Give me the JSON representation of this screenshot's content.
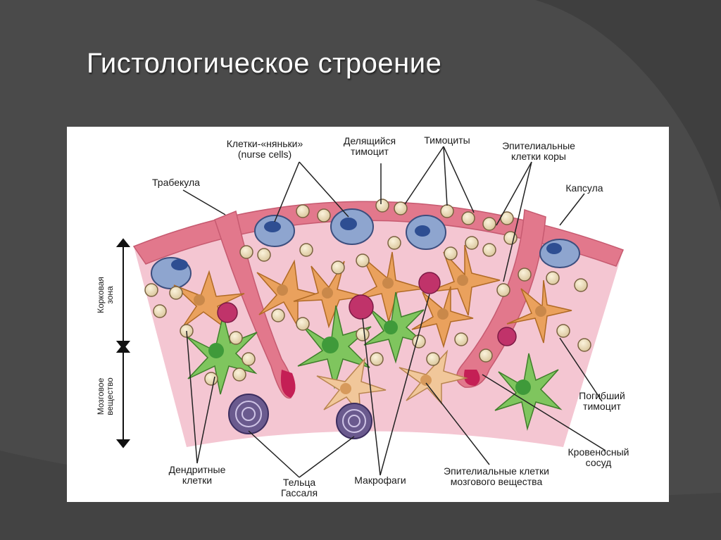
{
  "slide": {
    "title": "Гистологическое строение",
    "background_color": "#4a4a4a"
  },
  "figure": {
    "labels": {
      "nurse_cells": [
        "Клетки-«няньки»",
        "(nurse cells)"
      ],
      "dividing_thymocyte": [
        "Делящийся",
        "тимоцит"
      ],
      "thymocytes": "Тимоциты",
      "cortex_epithelial": [
        "Эпителиальные",
        "клетки коры"
      ],
      "trabecula": "Трабекула",
      "capsule": "Капсула",
      "dead_thymocyte": [
        "Погибший",
        "тимоцит"
      ],
      "blood_vessel": [
        "Кровеносный",
        "сосуд"
      ],
      "dendritic_cells": [
        "Дендритные",
        "клетки"
      ],
      "hassall_bodies": [
        "Тельца",
        "Гассаля"
      ],
      "macrophages": "Макрофаги",
      "medulla_epithelial": [
        "Эпителиальные клетки",
        "мозгового вещества"
      ],
      "cortical_zone": [
        "Корковая",
        "зона"
      ],
      "medulla": [
        "Мозговое",
        "вещество"
      ]
    },
    "colors": {
      "capsule": "#e2788c",
      "tissue": "#f4c6d2",
      "thymocyte": "#eadbb9",
      "epithelial_cortex": "#eaa15d",
      "epithelial_medulla": "#f1c79a",
      "dendritic": "#7fc55e",
      "macrophage": "#c0336a",
      "hassall": "#6a5a8e",
      "nurse_cell": "#8ea5cf"
    }
  }
}
